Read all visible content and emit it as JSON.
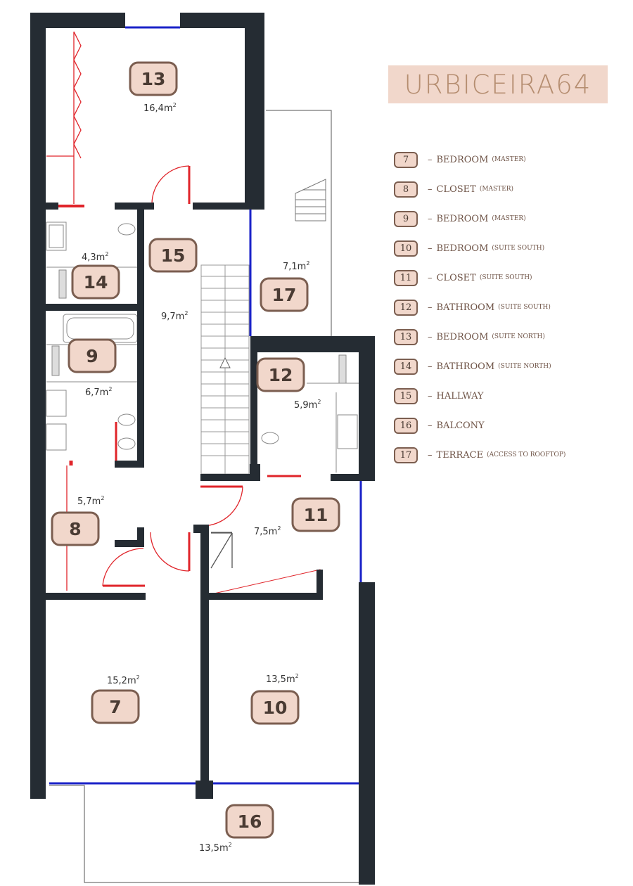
{
  "brand": {
    "name": "URBICEIRA64"
  },
  "colors": {
    "wall": "#252c33",
    "window": "#1a22c8",
    "door": "#e0242a",
    "badge_fill": "#f1d7cb",
    "badge_border": "#7b5e50",
    "legend_text": "#6e5346",
    "brand_fill": "#f1d7cb",
    "brand_text": "#b58d70"
  },
  "rooms": [
    {
      "number": "13",
      "area": "16,4m",
      "unit_sup": "2"
    },
    {
      "number": "14",
      "area": "4,3m",
      "unit_sup": "2"
    },
    {
      "number": "15",
      "area": "9,7m",
      "unit_sup": "2"
    },
    {
      "number": "17",
      "area": "7,1m",
      "unit_sup": "2"
    },
    {
      "number": "9",
      "area": "6,7m",
      "unit_sup": "2"
    },
    {
      "number": "12",
      "area": "5,9m",
      "unit_sup": "2"
    },
    {
      "number": "8",
      "area": "5,7m",
      "unit_sup": "2"
    },
    {
      "number": "11",
      "area": "7,5m",
      "unit_sup": "2"
    },
    {
      "number": "7",
      "area": "15,2m",
      "unit_sup": "2"
    },
    {
      "number": "10",
      "area": "13,5m",
      "unit_sup": "2"
    },
    {
      "number": "16",
      "area": "13,5m",
      "unit_sup": "2"
    }
  ],
  "legend": [
    {
      "number": "7",
      "dash": "–",
      "name": "BEDROOM",
      "note": "(MASTER)"
    },
    {
      "number": "8",
      "dash": "–",
      "name": "CLOSET",
      "note": "(MASTER)"
    },
    {
      "number": "9",
      "dash": "–",
      "name": "BEDROOM",
      "note": "(MASTER)"
    },
    {
      "number": "10",
      "dash": "–",
      "name": "BEDROOM",
      "note": "(SUITE SOUTH)"
    },
    {
      "number": "11",
      "dash": "–",
      "name": "CLOSET",
      "note": "(SUITE SOUTH)"
    },
    {
      "number": "12",
      "dash": "–",
      "name": "BATHROOM",
      "note": "(SUITE SOUTH)"
    },
    {
      "number": "13",
      "dash": "–",
      "name": "BEDROOM",
      "note": "(SUITE NORTH)"
    },
    {
      "number": "14",
      "dash": "–",
      "name": "BATHROOM",
      "note": "(SUITE NORTH)"
    },
    {
      "number": "15",
      "dash": "–",
      "name": "HALLWAY",
      "note": ""
    },
    {
      "number": "16",
      "dash": "–",
      "name": "BALCONY",
      "note": ""
    },
    {
      "number": "17",
      "dash": "–",
      "name": "TERRACE",
      "note": "(ACCESS TO ROOFTOP)"
    }
  ]
}
